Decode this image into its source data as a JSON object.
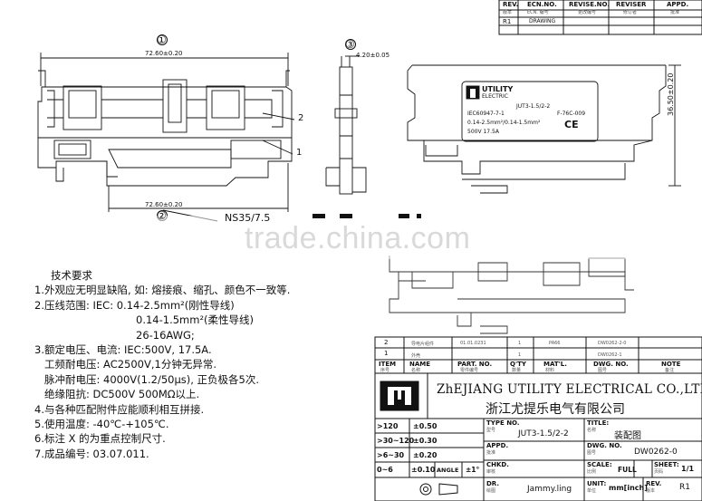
{
  "revision_table": {
    "headers": [
      {
        "en": "REV.",
        "cn": "版本"
      },
      {
        "en": "ECN.NO.",
        "cn": "ECN. 编号"
      },
      {
        "en": "REVISE.NO.",
        "cn": "更改编号"
      },
      {
        "en": "REVISER",
        "cn": "修订者"
      },
      {
        "en": "APPD.",
        "cn": "批准"
      }
    ],
    "row": {
      "rev": "R1",
      "ecn": "DRAWING"
    }
  },
  "dimensions": {
    "width_top": "72.60±0.20",
    "width_bottom": "72.60±0.20",
    "thickness": "4.20±0.05",
    "height": "36.50±0.20",
    "rail": "NS35/7.5"
  },
  "callouts": {
    "c1": "①",
    "c2": "②",
    "c3": "③",
    "n1": "1",
    "n2": "2"
  },
  "label_plate": {
    "brand_line1": "UTILITY",
    "brand_line2": "ELECTRIC",
    "model": "JUT3-1.5/2-2",
    "standard": "IEC60947-7-1",
    "temp": "F-76C-009",
    "wire": "0.14-2.5mm²/0.14-1.5mm²",
    "rating": "500V   17.5A",
    "ce": "CE"
  },
  "watermark": "trade.china.com",
  "notes": {
    "title": "技术要求",
    "lines": [
      "1.外观应无明显缺陷, 如: 熔接痕、缩孔、颜色不一致等.",
      "2.压线范围: IEC: 0.14-2.5mm²(刚性导线)",
      "0.14-1.5mm²(柔性导线)",
      "26-16AWG;",
      "3.额定电压、电流: IEC:500V, 17.5A.",
      "工频耐电压: AC2500V,1分钟无异常.",
      "脉冲耐电压: 4000V(1.2/50μs), 正负极各5次.",
      "绝缘阻抗: DC500V 500MΩ以上.",
      "4.与各种匹配附件应能顺利相互拼接.",
      "5.使用温度: -40℃-+105℃.",
      "6.标注 X 的为重点控制尺寸.",
      "7.成品编号: 03.07.011."
    ]
  },
  "bom": {
    "rows": [
      {
        "item": "2",
        "name": "导电片组件",
        "part": "01.01.0231",
        "qty": "1",
        "mat": "PA66",
        "dwg": "DW0262-2-0",
        "note": ""
      },
      {
        "item": "1",
        "name": "外壳",
        "part": "",
        "qty": "1",
        "mat": "",
        "dwg": "DW0262-1",
        "note": ""
      }
    ],
    "headers": [
      {
        "en": "ITEM",
        "cn": "序号"
      },
      {
        "en": "NAME",
        "cn": "名称"
      },
      {
        "en": "PART. NO.",
        "cn": "零件编号"
      },
      {
        "en": "Q'TY",
        "cn": "数量"
      },
      {
        "en": "MAT'L.",
        "cn": "材料"
      },
      {
        "en": "DWG. NO.",
        "cn": "图号"
      },
      {
        "en": "NOTE",
        "cn": "备注"
      }
    ]
  },
  "company": {
    "en": "ZhEJIANG UTILITY ELECTRICAL CO.,LTD",
    "cn": "浙江尤提乐电气有限公司"
  },
  "tolerances": [
    {
      "range": ">120",
      "tol": "±0.50"
    },
    {
      "range": ">30~120",
      "tol": "±0.30"
    },
    {
      "range": ">6~30",
      "tol": "±0.20"
    },
    {
      "range": "0~6",
      "tol": "±0.10"
    }
  ],
  "angle": {
    "label": "ANGLE",
    "tol": "±1°"
  },
  "title_block": {
    "type_label": "TYPE NO.",
    "type_cn": "型号",
    "type_value": "JUT3-1.5/2-2",
    "title_label": "TITLE:",
    "title_cn": "名称",
    "title_value": "装配图",
    "appd_label": "APPD.",
    "appd_cn": "批准",
    "dwg_label": "DWG. NO.",
    "dwg_cn": "图号",
    "dwg_value": "DW0262-0",
    "chkd_label": "CHKD.",
    "chkd_cn": "审核",
    "scale_label": "SCALE:",
    "scale_cn": "比例",
    "scale_value": "FULL",
    "sheet_label": "SHEET:",
    "sheet_cn": "页码",
    "sheet_value": "1/1",
    "dr_label": "DR.",
    "dr_cn": "绘图",
    "dr_value": "Jammy.ling",
    "unit_label": "UNIT:",
    "unit_cn": "单位",
    "unit_value": "mm[inch]",
    "rev_label": "REV.",
    "rev_cn": "版本",
    "rev_value": "R1"
  },
  "colors": {
    "line": "#111111",
    "watermark": "#d9d9d9",
    "fade": "#ffffff"
  }
}
